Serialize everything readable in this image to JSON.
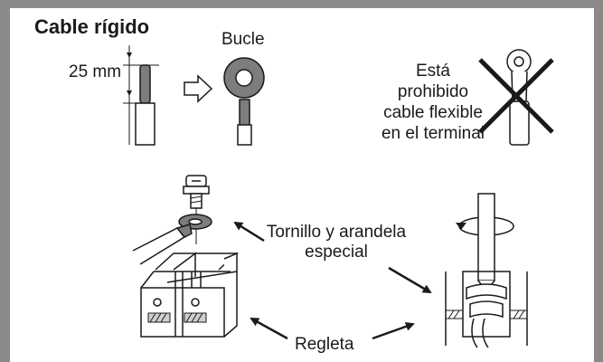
{
  "diagram": {
    "title": "Cable rígido",
    "dimension_label": "25 mm",
    "loop_label": "Bucle",
    "prohibited_lines": [
      "Está",
      "prohibido",
      "cable flexible",
      "en el terminal"
    ],
    "screw_lines": [
      "Tornillo y arandela",
      "especial"
    ],
    "terminal_label": "Regleta",
    "colors": {
      "frame": "#8a8a8a",
      "background": "#ffffff",
      "line": "#1a1a1a",
      "wire_gray": "#7d7d7d",
      "light_gray": "#cfcfcf"
    },
    "icons": [
      "arrow-right-outline-icon",
      "cross-mark-icon",
      "screwdriver-rotation-icon"
    ]
  }
}
